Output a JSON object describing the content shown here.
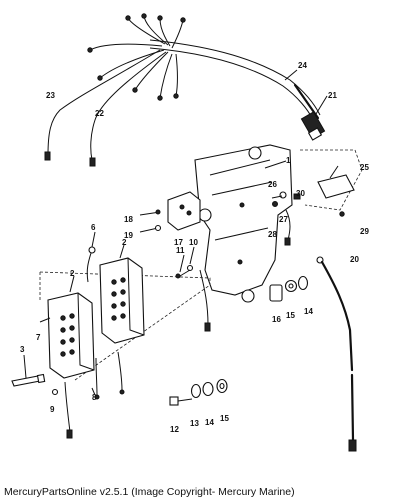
{
  "footer": {
    "caption": "MercuryPartsOnline v2.5.1 (Image Copyright- Mercury Marine)"
  },
  "callouts": [
    {
      "id": "c1",
      "label": "1"
    },
    {
      "id": "c2a",
      "label": "2"
    },
    {
      "id": "c2b",
      "label": "2"
    },
    {
      "id": "c3",
      "label": "3"
    },
    {
      "id": "c6",
      "label": "6"
    },
    {
      "id": "c7",
      "label": "7"
    },
    {
      "id": "c8",
      "label": "8"
    },
    {
      "id": "c9",
      "label": "9"
    },
    {
      "id": "c10",
      "label": "10"
    },
    {
      "id": "c11",
      "label": "11"
    },
    {
      "id": "c12",
      "label": "12"
    },
    {
      "id": "c13",
      "label": "13"
    },
    {
      "id": "c14a",
      "label": "14"
    },
    {
      "id": "c14b",
      "label": "14"
    },
    {
      "id": "c15a",
      "label": "15"
    },
    {
      "id": "c15b",
      "label": "15"
    },
    {
      "id": "c16",
      "label": "16"
    },
    {
      "id": "c17",
      "label": "17"
    },
    {
      "id": "c18",
      "label": "18"
    },
    {
      "id": "c19",
      "label": "19"
    },
    {
      "id": "c20",
      "label": "20"
    },
    {
      "id": "c21",
      "label": "21"
    },
    {
      "id": "c22",
      "label": "22"
    },
    {
      "id": "c23",
      "label": "23"
    },
    {
      "id": "c24",
      "label": "24"
    },
    {
      "id": "c25",
      "label": "25"
    },
    {
      "id": "c26",
      "label": "26"
    },
    {
      "id": "c27",
      "label": "27"
    },
    {
      "id": "c28",
      "label": "28"
    },
    {
      "id": "c29",
      "label": "29"
    },
    {
      "id": "c30",
      "label": "30"
    }
  ]
}
